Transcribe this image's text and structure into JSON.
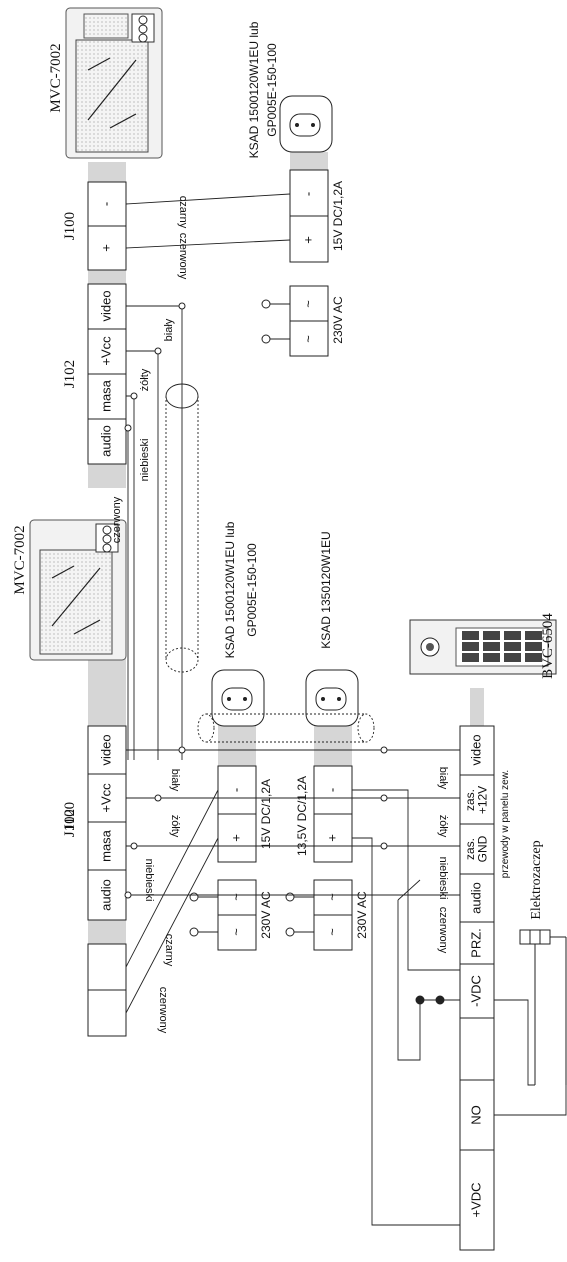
{
  "labels": {
    "mvc_top": "MVC-7002",
    "mvc_mid": "MVC-7002",
    "bvc": "BVC-6504",
    "elektrozaczep": "Elektrozaczep",
    "przewody": "przewody w panelu zew.",
    "psu_top": "KSAD 1500120W1EU lub",
    "psu_top_2": "GP005E-150-100",
    "psu_mid": "KSAD 1500120W1EU lub",
    "psu_mid_2": "GP005E-150-100",
    "psu_13": "KSAD 1350120W1EU",
    "j100_top": "J100",
    "j102_top": "J102",
    "j100_mid": "J100",
    "j102_mid": "J102",
    "dc15_top": "15V DC/1,2A",
    "ac230_top": "230V AC",
    "dc15_mid": "15V DC/1,2A",
    "ac230_mid": "230V AC",
    "dc135": "13,5V DC/1,2A",
    "ac230_low": "230V AC"
  },
  "terminals": {
    "j100_top": [
      "-",
      "+"
    ],
    "j102_top": [
      "video",
      "+Vcc",
      "masa",
      "audio"
    ],
    "j100_mid": [
      "-",
      "+"
    ],
    "j102_mid": [
      "video",
      "+Vcc",
      "masa",
      "audio"
    ],
    "psu_top_dc": [
      "-",
      "+"
    ],
    "psu_top_ac": [
      "~",
      "~"
    ],
    "psu_mid_dc": [
      "-",
      "+"
    ],
    "psu_mid_ac": [
      "~",
      "~"
    ],
    "psu_13_dc": [
      "-",
      "+"
    ],
    "psu_13_ac": [
      "~",
      "~"
    ],
    "bvc": [
      "video",
      "zas.\n+12V",
      "zas.\nGND",
      "audio",
      "PRZ.",
      "-VDC",
      "",
      "NO",
      "+VDC"
    ]
  },
  "wires": {
    "czarny": "czarny",
    "czerwony": "czerwony",
    "bialy": "biały",
    "zolty": "żółty",
    "niebieski": "niebieski"
  }
}
